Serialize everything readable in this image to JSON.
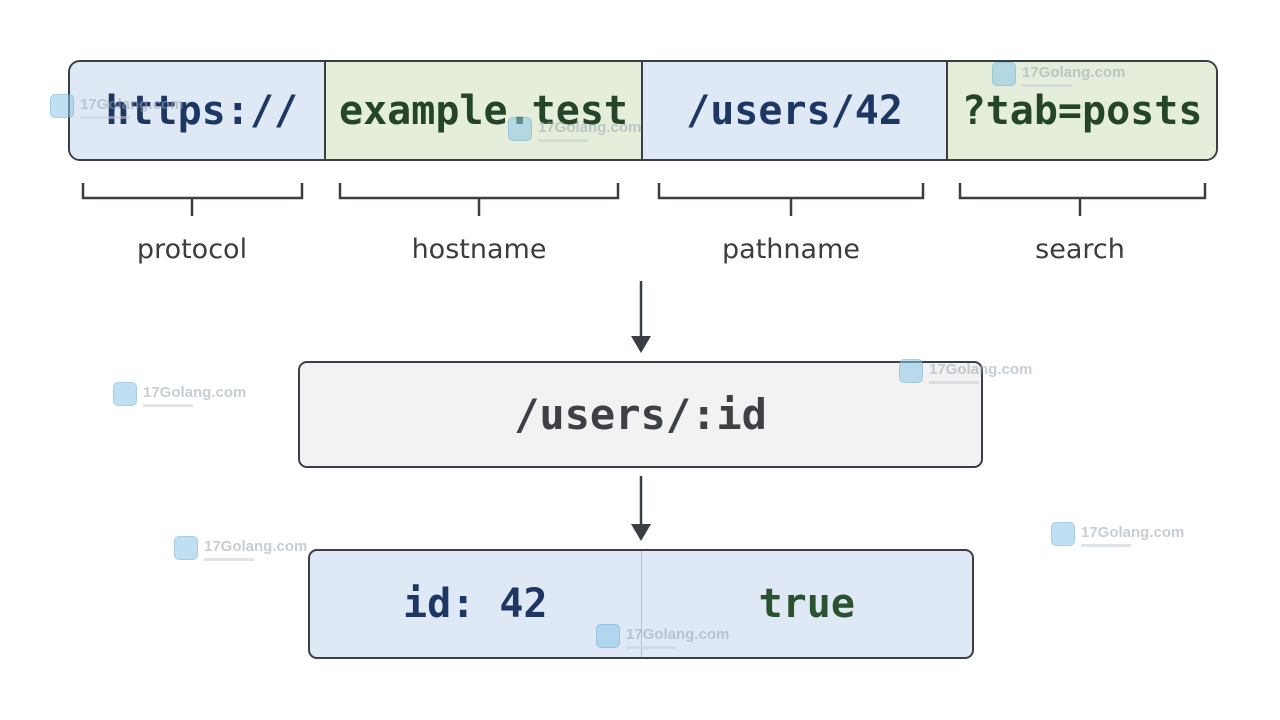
{
  "url": {
    "protocol": "https://",
    "hostname": "example.test",
    "pathname": "/users/42",
    "search": "?tab=posts"
  },
  "labels": {
    "protocol": "protocol",
    "hostname": "hostname",
    "pathname": "pathname",
    "search": "search"
  },
  "route": {
    "pattern": "/users/:id"
  },
  "result": {
    "param": "id: 42",
    "match": "true"
  },
  "watermark": {
    "text": "17Golang.com"
  },
  "colors": {
    "protocol_bg": "#dfe9f5",
    "hostname_bg": "#e4eedb",
    "pathname_bg": "#dfe9f5",
    "search_bg": "#e4eedb",
    "route_bg": "#f2f2f2",
    "result_bg": "#dfe9f5"
  }
}
